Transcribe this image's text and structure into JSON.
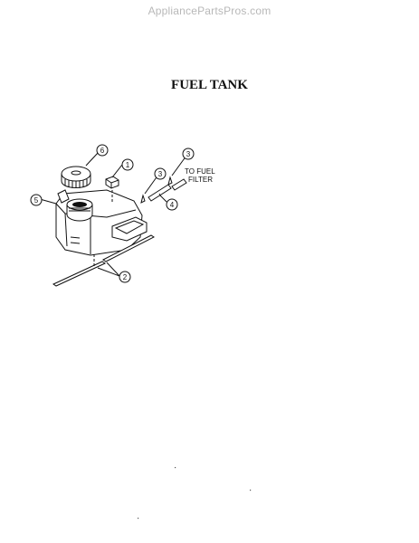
{
  "watermark": "AppliancePartsPros.com",
  "title": "FUEL TANK",
  "annotation": {
    "line1": "TO FUEL",
    "line2": "FILTER"
  },
  "callouts": [
    {
      "id": "callout-1",
      "label": "1"
    },
    {
      "id": "callout-2",
      "label": "2"
    },
    {
      "id": "callout-3a",
      "label": "3"
    },
    {
      "id": "callout-3b",
      "label": "3"
    },
    {
      "id": "callout-4",
      "label": "4"
    },
    {
      "id": "callout-5",
      "label": "5"
    },
    {
      "id": "callout-6",
      "label": "6"
    }
  ]
}
